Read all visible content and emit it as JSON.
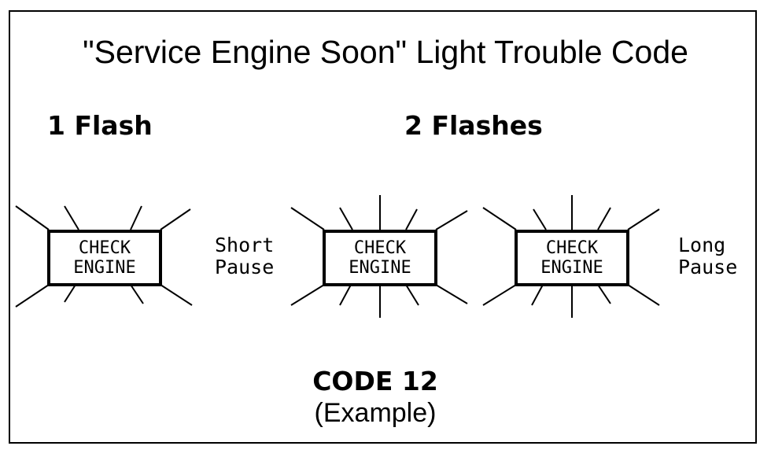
{
  "title": "\"Service Engine Soon\" Light Trouble Code",
  "groups": [
    {
      "label": "1 Flash"
    },
    {
      "label": "2 Flashes"
    }
  ],
  "lamps": [
    {
      "line1": "CHECK",
      "line2": "ENGINE",
      "style": "rays-no-vertical"
    },
    {
      "line1": "CHECK",
      "line2": "ENGINE",
      "style": "rays-with-vertical"
    },
    {
      "line1": "CHECK",
      "line2": "ENGINE",
      "style": "rays-with-vertical"
    }
  ],
  "pauses": {
    "short": {
      "line1": "Short",
      "line2": "Pause"
    },
    "long": {
      "line1": "Long",
      "line2": "Pause"
    }
  },
  "code": {
    "title": "CODE 12",
    "note": "(Example)"
  }
}
